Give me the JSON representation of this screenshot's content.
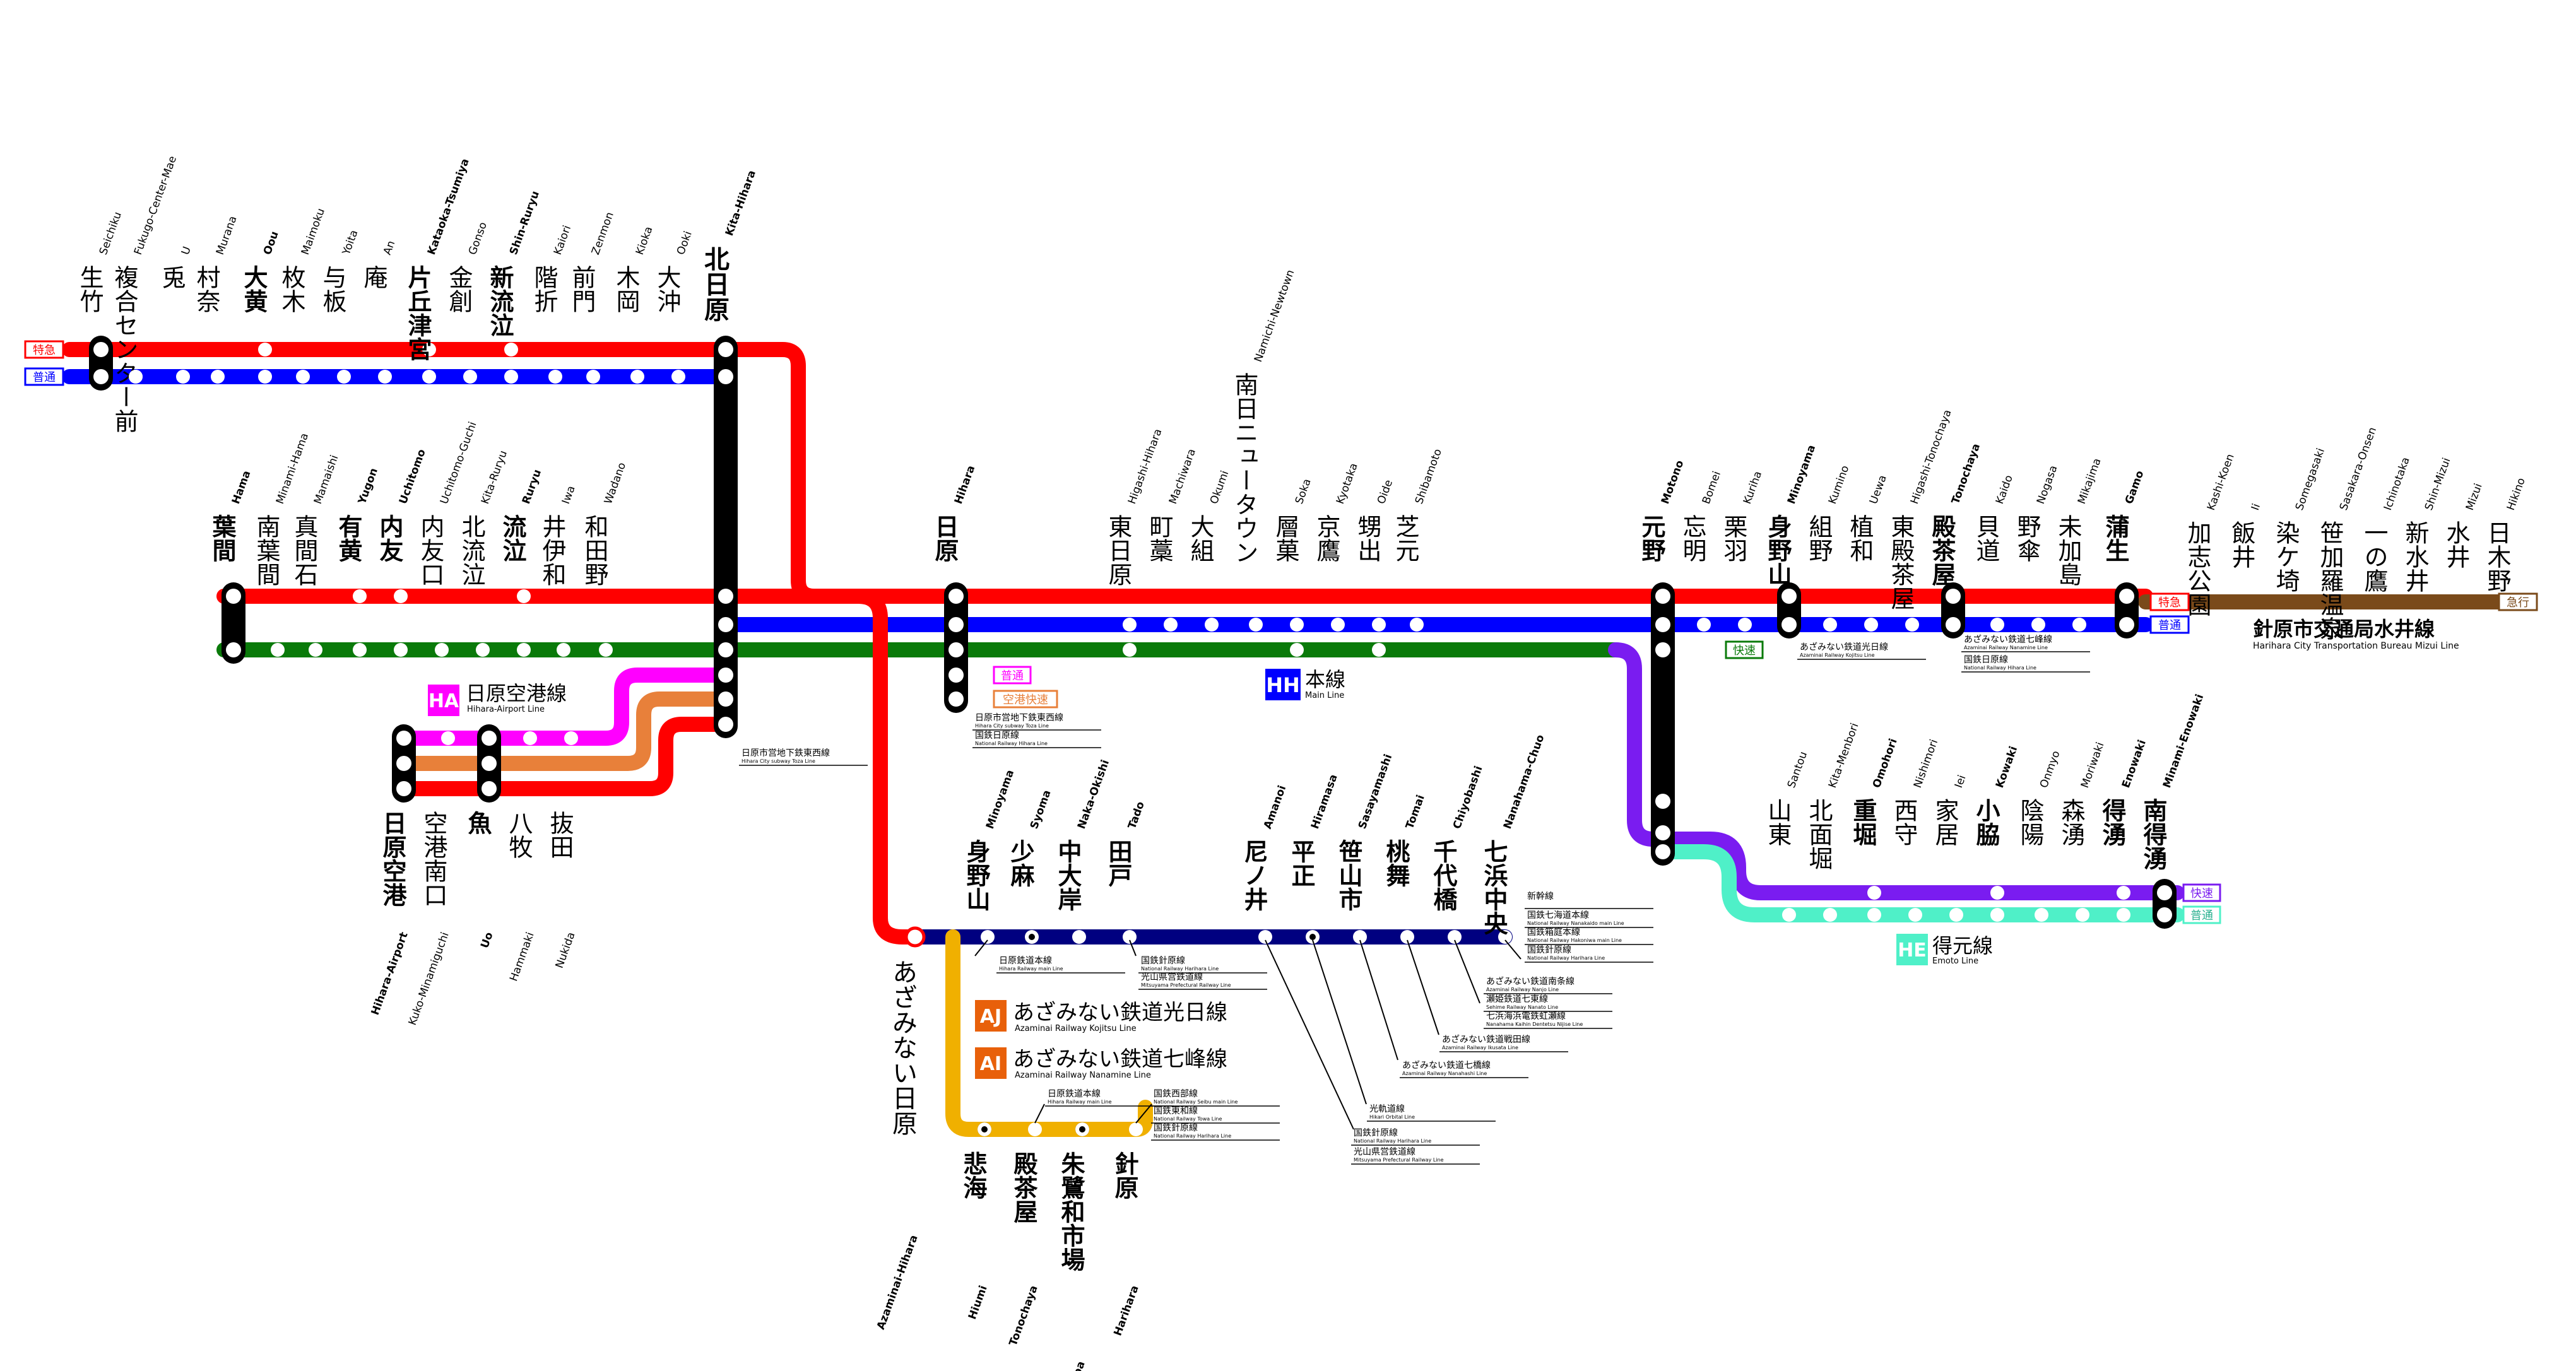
{
  "colors": {
    "limited_express": "#ff0000",
    "local": "#0000ff",
    "main_line": "#0a7a0a",
    "airport_local": "#ff00ff",
    "airport_express": "#e8803a",
    "rapid": "#7a1cf0",
    "emoto_local": "#4ff0c8",
    "azami": "#000080",
    "yellow": "#f0b000",
    "mizui": "#7a4a1a",
    "station": "#000000"
  },
  "service_badges": {
    "tokkyu": "特急",
    "futsu": "普通",
    "kaisoku": "快速",
    "kuko_kaisoku": "空港快速",
    "kyuko": "急行"
  },
  "line_badges": {
    "HH": {
      "code": "HH",
      "name_ja": "本線",
      "name_en": "Main Line"
    },
    "HA": {
      "code": "HA",
      "name_ja": "日原空港線",
      "name_en": "Hihara-Airport Line"
    },
    "HE": {
      "code": "HE",
      "name_ja": "得元線",
      "name_en": "Emoto Line"
    },
    "AJ": {
      "code": "AJ",
      "name_ja": "あざみない鉄道光日線",
      "name_en": "Azaminai Railway Kojitsu Line"
    },
    "AI": {
      "code": "AI",
      "name_ja": "あざみない鉄道七峰線",
      "name_en": "Azaminai Railway Nanamine Line"
    },
    "mizui": {
      "name_ja": "針原市交通局水井線",
      "name_en": "Harihara City Transportation Bureau Mizui Line"
    }
  },
  "stations_top": [
    {
      "ja": "生竹",
      "en": "Seichiku"
    },
    {
      "ja": "複合センター前",
      "en": "Fukugo-Center-Mae"
    },
    {
      "ja": "兎",
      "en": "U"
    },
    {
      "ja": "村奈",
      "en": "Murana"
    },
    {
      "ja": "大黄",
      "en": "Oou"
    },
    {
      "ja": "枚木",
      "en": "Maimoku"
    },
    {
      "ja": "与板",
      "en": "Yoita"
    },
    {
      "ja": "庵",
      "en": "An"
    },
    {
      "ja": "片丘津宮",
      "en": "Kataoka-Tsumiya"
    },
    {
      "ja": "金創",
      "en": "Gonso"
    },
    {
      "ja": "新流泣",
      "en": "Shin-Ruryu"
    },
    {
      "ja": "階折",
      "en": "Kaiori"
    },
    {
      "ja": "前門",
      "en": "Zenmon"
    },
    {
      "ja": "木岡",
      "en": "Kioka"
    },
    {
      "ja": "大沖",
      "en": "Ooki"
    },
    {
      "ja": "北日原",
      "en": "Kita-Hihara"
    }
  ],
  "stations_mid": [
    {
      "ja": "葉間",
      "en": "Hama"
    },
    {
      "ja": "南葉間",
      "en": "Minami-Hama"
    },
    {
      "ja": "真間石",
      "en": "Mamaishi"
    },
    {
      "ja": "有黄",
      "en": "Yugon"
    },
    {
      "ja": "内友",
      "en": "Uchitomo"
    },
    {
      "ja": "内友口",
      "en": "Uchitomo-Guchi"
    },
    {
      "ja": "北流泣",
      "en": "Kita-Ruryu"
    },
    {
      "ja": "流泣",
      "en": "Ruryu"
    },
    {
      "ja": "井伊和",
      "en": "Iwa"
    },
    {
      "ja": "和田野",
      "en": "Wadano"
    },
    {
      "ja": "日原",
      "en": "Hihara"
    },
    {
      "ja": "東日原",
      "en": "Higashi-Hihara"
    },
    {
      "ja": "町藁",
      "en": "Machiwara"
    },
    {
      "ja": "大組",
      "en": "Okumi"
    },
    {
      "ja": "南日ニュータウン",
      "en": "Namichi-Newtown"
    },
    {
      "ja": "層菓",
      "en": "Soka"
    },
    {
      "ja": "京鷹",
      "en": "Kyotaka"
    },
    {
      "ja": "甥出",
      "en": "Oide"
    },
    {
      "ja": "芝元",
      "en": "Shibamoto"
    },
    {
      "ja": "元野",
      "en": "Motono"
    },
    {
      "ja": "忘明",
      "en": "Bomei"
    },
    {
      "ja": "栗羽",
      "en": "Kuriha"
    },
    {
      "ja": "身野山",
      "en": "Minoyama"
    },
    {
      "ja": "組野",
      "en": "Kumino"
    },
    {
      "ja": "植和",
      "en": "Uewa"
    },
    {
      "ja": "東殿茶屋",
      "en": "Higashi-Tonochaya"
    },
    {
      "ja": "殿茶屋",
      "en": "Tonochaya"
    },
    {
      "ja": "貝道",
      "en": "Kaido"
    },
    {
      "ja": "野傘",
      "en": "Nogasa"
    },
    {
      "ja": "未加島",
      "en": "Mikajima"
    },
    {
      "ja": "蒲生",
      "en": "Gamo"
    },
    {
      "ja": "加志公園",
      "en": "Kashi-Koen"
    },
    {
      "ja": "飯井",
      "en": "Ii"
    },
    {
      "ja": "染ケ埼",
      "en": "Somegasaki"
    },
    {
      "ja": "笹加羅温泉",
      "en": "Sasakara-Onsen"
    },
    {
      "ja": "一の鷹",
      "en": "Ichinotaka"
    },
    {
      "ja": "新水井",
      "en": "Shin-Mizui"
    },
    {
      "ja": "水井",
      "en": "Mizui"
    },
    {
      "ja": "日木野",
      "en": "Hikino"
    }
  ],
  "stations_airport": [
    {
      "ja": "日原空港",
      "en": "Hihara-Airport"
    },
    {
      "ja": "空港南口",
      "en": "Kuko-Minamiguchi"
    },
    {
      "ja": "魚",
      "en": "Uo"
    },
    {
      "ja": "八牧",
      "en": "Hammaki"
    },
    {
      "ja": "抜田",
      "en": "Nukida"
    }
  ],
  "stations_azami": [
    {
      "ja": "あざみない日原",
      "en": "Azaminai-Hihara"
    },
    {
      "ja": "身野山",
      "en": "Minoyama"
    },
    {
      "ja": "少麻",
      "en": "Syoma"
    },
    {
      "ja": "中大岸",
      "en": "Naka-Okishi"
    },
    {
      "ja": "田戸",
      "en": "Tado"
    },
    {
      "ja": "尼ノ井",
      "en": "Amanoi"
    },
    {
      "ja": "平正",
      "en": "Hiramasa"
    },
    {
      "ja": "笹山市",
      "en": "Sasayamashi"
    },
    {
      "ja": "桃舞",
      "en": "Tomai"
    },
    {
      "ja": "千代橋",
      "en": "Chiyobashi"
    },
    {
      "ja": "七浜中央",
      "en": "Nanahama-Chuo"
    }
  ],
  "stations_yellow": [
    {
      "ja": "悲海",
      "en": "Hiumi"
    },
    {
      "ja": "殿茶屋",
      "en": "Tonochaya"
    },
    {
      "ja": "朱鷺和市場",
      "en": "Tokiwaichiba"
    },
    {
      "ja": "針原",
      "en": "Harihara"
    }
  ],
  "stations_emoto": [
    {
      "ja": "山東",
      "en": "Santou"
    },
    {
      "ja": "北面堀",
      "en": "Kita-Menbori"
    },
    {
      "ja": "重堀",
      "en": "Omohori"
    },
    {
      "ja": "西守",
      "en": "Nishimori"
    },
    {
      "ja": "家居",
      "en": "Iei"
    },
    {
      "ja": "小脇",
      "en": "Kowaki"
    },
    {
      "ja": "陰陽",
      "en": "Onmyo"
    },
    {
      "ja": "森湧",
      "en": "Moriwaki"
    },
    {
      "ja": "得湧",
      "en": "Enowaki"
    },
    {
      "ja": "南得湧",
      "en": "Minami-Enowaki"
    }
  ],
  "transfer_notes": {
    "kita_hihara": {
      "ja": "日原市営地下鉄東西線",
      "en": "Hihara City subway Toza Line"
    },
    "hihara_1": {
      "ja": "日原市営地下鉄東西線",
      "en": "Hihara City subway Toza Line"
    },
    "hihara_2": {
      "ja": "国鉄日原線",
      "en": "National Railway Hihara Line"
    },
    "minoyama_main": {
      "ja": "あざみない鉄道光日線",
      "en": "Azaminai Railway Kojitsu Line"
    },
    "tonochaya_1": {
      "ja": "あざみない鉄道七峰線",
      "en": "Azaminai Railway Nanamine Line"
    },
    "tonochaya_2": {
      "ja": "国鉄日原線",
      "en": "National Railway Hihara Line"
    },
    "azami_minoyama": {
      "ja": "日原鉄道本線",
      "en": "Hihara Railway main Line"
    },
    "tado_1": {
      "ja": "国鉄針原線",
      "en": "National Railway Harihara Line"
    },
    "tado_2": {
      "ja": "光山県営鉄道線",
      "en": "Mitsuyama Prefectural Railway Line"
    },
    "nanahama_1": {
      "ja": "新幹線",
      "en": ""
    },
    "nanahama_2": {
      "ja": "国鉄七海道本線",
      "en": "National Railway Nanakaido main Line"
    },
    "nanahama_3": {
      "ja": "国鉄箱庭本線",
      "en": "National Railway Hakoniwa main Line"
    },
    "nanahama_4": {
      "ja": "国鉄針原線",
      "en": "National Railway Harihara Line"
    },
    "chiyobashi_1": {
      "ja": "あざみない鉄道南条線",
      "en": "Azaminai Railway Nanjo Line"
    },
    "chiyobashi_2": {
      "ja": "瀬姫鉄道七東線",
      "en": "Sehime Railway Nanato Line"
    },
    "chiyobashi_3": {
      "ja": "七浜海浜電鉄虹瀬線",
      "en": "Nanahama Kaihin Dentetsu Nijise Line"
    },
    "tomai": {
      "ja": "あざみない鉄道戦田線",
      "en": "Azaminai Railway Ikusata Line"
    },
    "sasayamashi": {
      "ja": "あざみない鉄道七橋線",
      "en": "Azaminai Railway Nanahashi Line"
    },
    "hiramasa": {
      "ja": "光軌道線",
      "en": "Hikari Orbital Line"
    },
    "amanoi_1": {
      "ja": "国鉄針原線",
      "en": "National Railway Harihara Line"
    },
    "amanoi_2": {
      "ja": "光山県営鉄道線",
      "en": "Mitsuyama Prefectural Railway Line"
    },
    "tonochaya_y": {
      "ja": "日原鉄道本線",
      "en": "Hihara Railway main Line"
    },
    "tokiwa_1": {
      "ja": "国鉄西部線",
      "en": "National Railway Seibu main Line"
    },
    "tokiwa_2": {
      "ja": "国鉄東和線",
      "en": "National Railway Towa Line"
    },
    "tokiwa_3": {
      "ja": "国鉄針原線",
      "en": "National Railway Harihara Line"
    }
  }
}
